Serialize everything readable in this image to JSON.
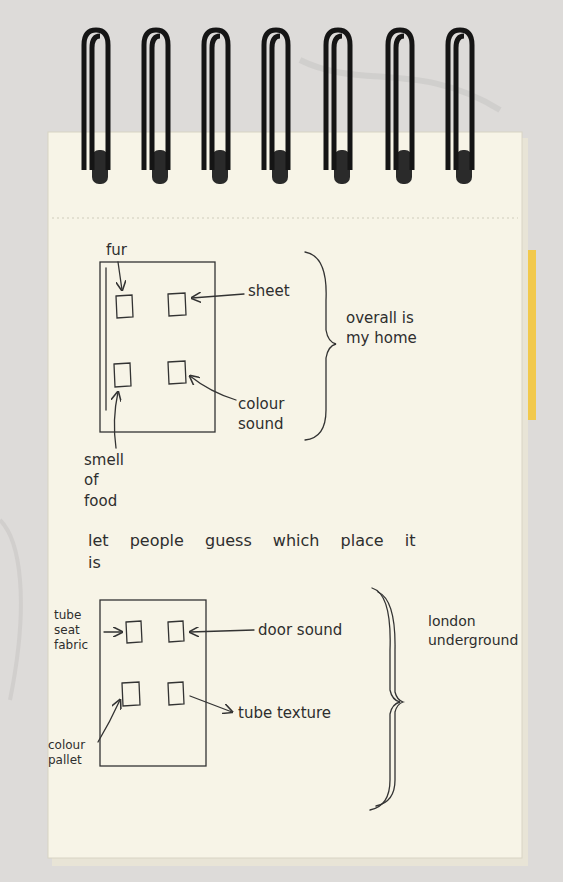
{
  "diagram": {
    "labels": [
      "fur",
      "sheet",
      "overall is my home",
      "colour sound",
      "smell of food",
      "let people guess which place it is",
      "tube seat fabric",
      "door sound",
      "london underground",
      "tube texture",
      "colour pallet"
    ]
  }
}
